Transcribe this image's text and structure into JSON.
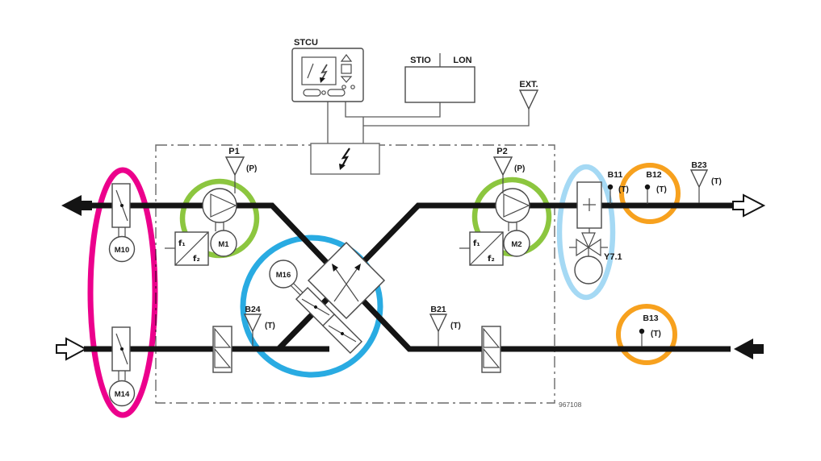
{
  "colors": {
    "duct": "#141414",
    "symbol_outline": "#4a4a4a",
    "magenta": "#EC008C",
    "green": "#8CC63F",
    "blue": "#29ABE2",
    "light_blue": "#A5D9F4",
    "orange": "#F7A11E"
  },
  "control_panel": {
    "controller_label": "STCU",
    "io_left_label": "STIO",
    "io_right_label": "LON",
    "external_label": "EXT."
  },
  "sensors": {
    "p1": {
      "id": "P1",
      "quantity": "(P)"
    },
    "p2": {
      "id": "P2",
      "quantity": "(P)"
    },
    "b11": {
      "id": "B11",
      "quantity": "(T)"
    },
    "b12": {
      "id": "B12",
      "quantity": "(T)"
    },
    "b13": {
      "id": "B13",
      "quantity": "(T)"
    },
    "b21": {
      "id": "B21",
      "quantity": "(T)"
    },
    "b23": {
      "id": "B23",
      "quantity": "(T)"
    },
    "b24": {
      "id": "B24",
      "quantity": "(T)"
    }
  },
  "actuators": {
    "m1": "M1",
    "m2": "M2",
    "m10": "M10",
    "m14": "M14",
    "m16": "M16",
    "valve": "Y7.1"
  },
  "frequency_converters": {
    "f1": "f₁",
    "f2": "f₂"
  },
  "doc_number": "967108"
}
